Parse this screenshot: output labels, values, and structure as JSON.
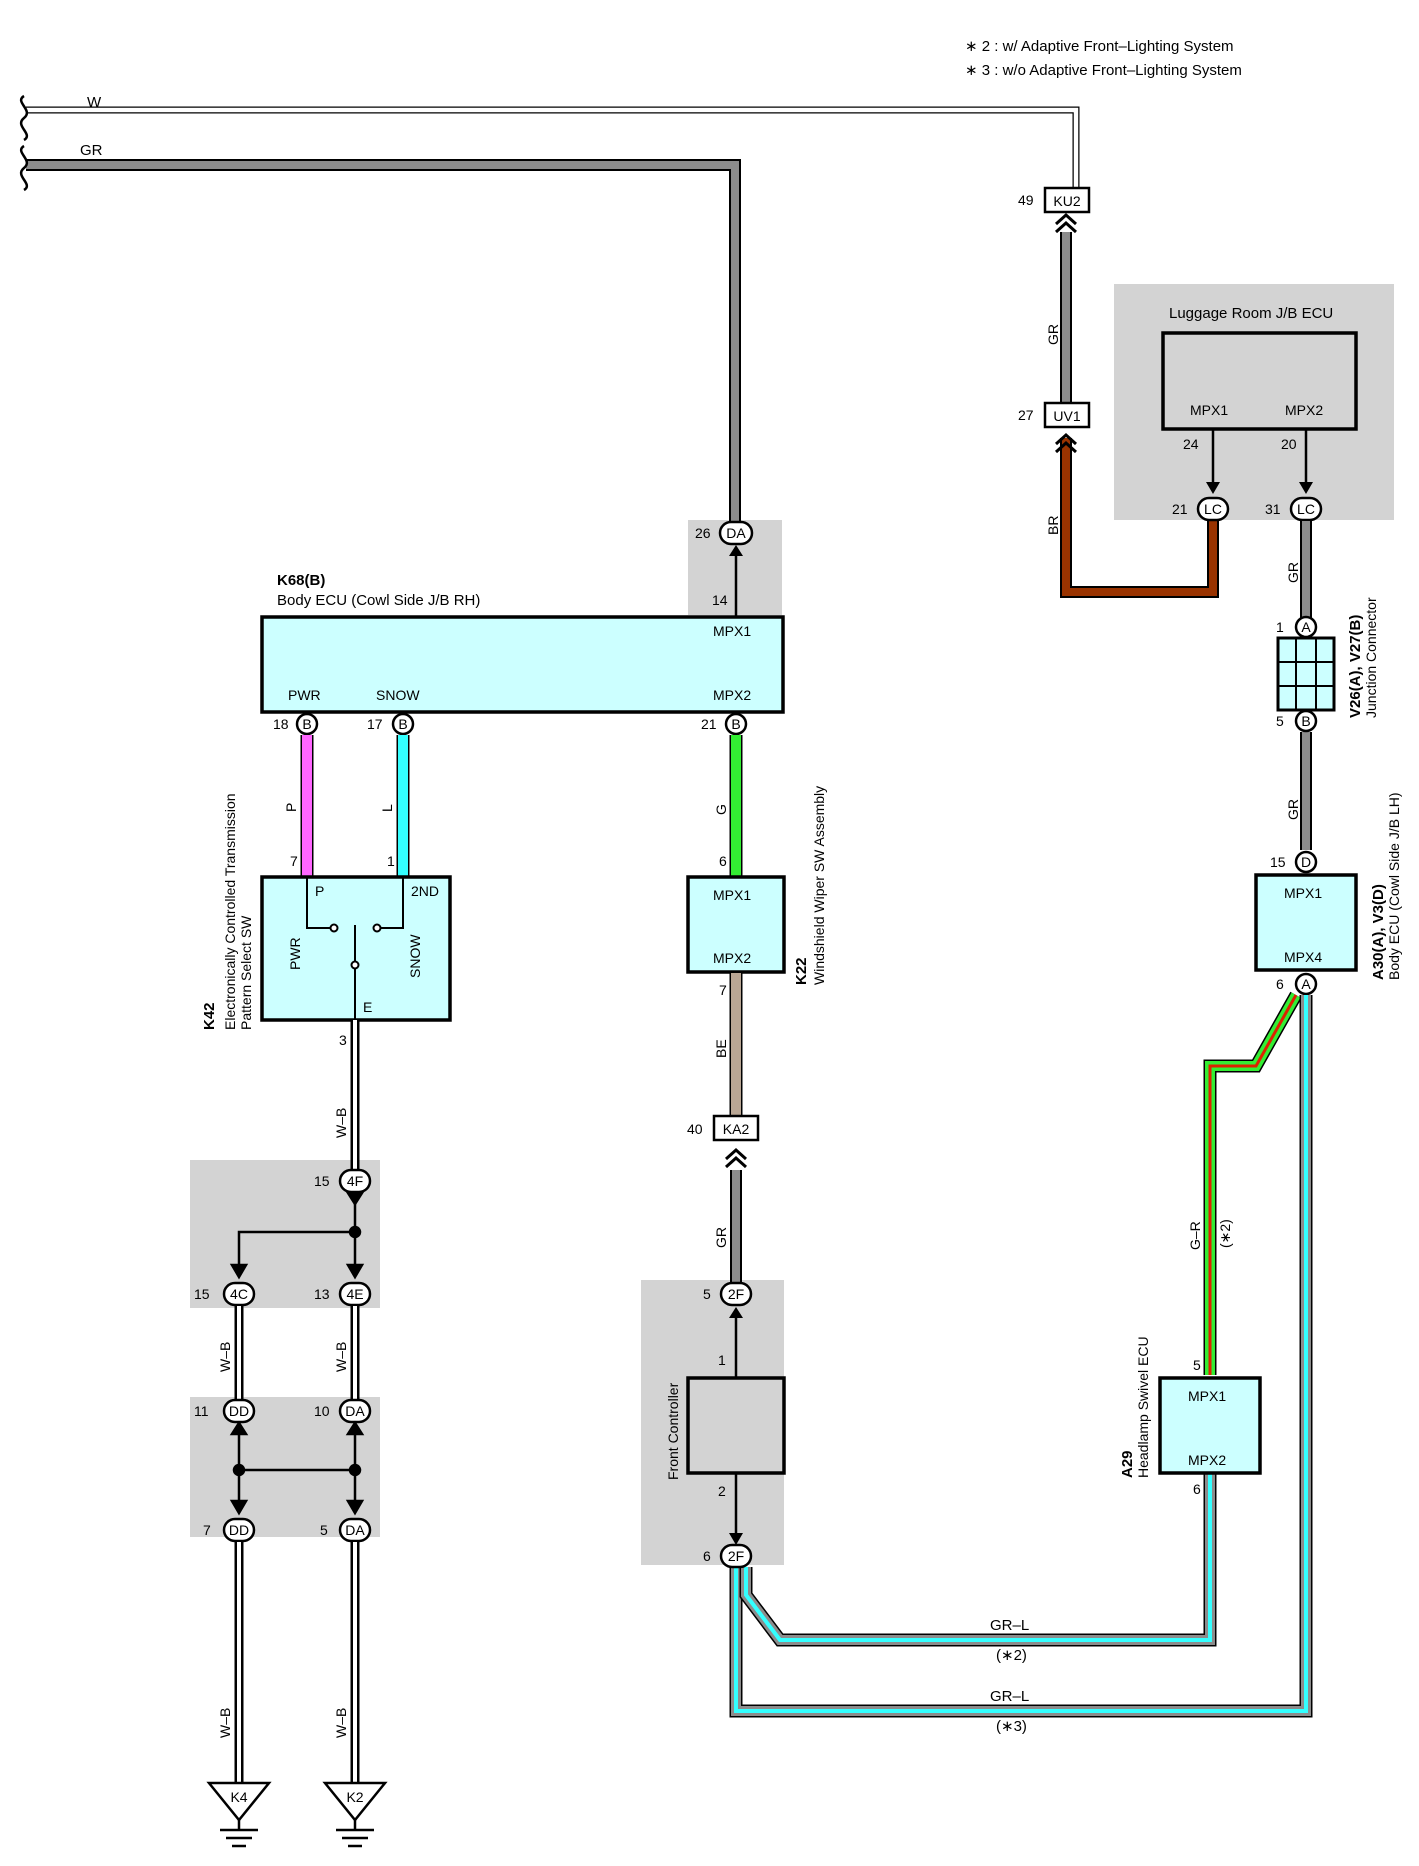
{
  "notes": [
    "∗ 2 : w/ Adaptive Front–Lighting System",
    "∗ 3 : w/o Adaptive Front–Lighting System"
  ],
  "wires": {
    "w": "W",
    "gr": "GR",
    "br": "BR",
    "p": "P",
    "l": "L",
    "g": "G",
    "be": "BE",
    "wb": "W–B",
    "gr_l": "GR–L",
    "g_r": "G–R",
    "note2": "(∗2)",
    "note3": "(∗3)"
  },
  "components": {
    "body_ecu_rh": {
      "code": "K68(B)",
      "name": "Body ECU (Cowl Side J/B RH)",
      "pins": [
        "PWR",
        "SNOW",
        "MPX1",
        "MPX2"
      ]
    },
    "pattern_sw": {
      "code": "K42",
      "name_line1": "Electronically Controlled Transmission",
      "name_line2": "Pattern Select SW",
      "pins": [
        "P",
        "2ND",
        "PWR",
        "SNOW",
        "E"
      ]
    },
    "wiper_sw": {
      "code": "K22",
      "name": "Windshield Wiper SW Assembly",
      "pins": [
        "MPX1",
        "MPX2"
      ]
    },
    "front_controller": {
      "name": "Front Controller"
    },
    "luggage_ecu": {
      "name": "Luggage Room J/B ECU",
      "pins": [
        "MPX1",
        "MPX2"
      ]
    },
    "junction_connector": {
      "code": "V26(A), V27(B)",
      "name": "Junction Connector"
    },
    "body_ecu_lh": {
      "code": "A30(A), V3(D)",
      "name": "Body ECU (Cowl Side J/B LH)",
      "pins": [
        "MPX1",
        "MPX4"
      ]
    },
    "headlamp_ecu": {
      "code": "A29",
      "name": "Headlamp Swivel ECU",
      "pins": [
        "MPX1",
        "MPX2"
      ]
    }
  },
  "connectors": {
    "ku2": "KU2",
    "uv1": "UV1",
    "lc": "LC",
    "da": "DA",
    "ka2": "KA2",
    "f2": "2F",
    "f4": "4F",
    "c4": "4C",
    "e4": "4E",
    "dd": "DD",
    "a": "A",
    "b": "B",
    "d": "D"
  },
  "pin_numbers": {
    "n49": "49",
    "n27": "27",
    "n24": "24",
    "n20": "20",
    "n21": "21",
    "n31": "31",
    "n26": "26",
    "n14": "14",
    "n18": "18",
    "n17": "17",
    "n7": "7",
    "n1": "1",
    "n3": "3",
    "n6": "6",
    "n15": "15",
    "n13": "13",
    "n11": "11",
    "n10": "10",
    "n5": "5",
    "n40": "40",
    "n2": "2"
  },
  "grounds": [
    "K4",
    "K2"
  ],
  "colors": {
    "gray": "#8c8c8c",
    "brown": "#993300",
    "pink": "#ff66ff",
    "cyan": "#33ffff",
    "green": "#33ee33",
    "tan": "#b9a694",
    "red": "#dd2200",
    "box": "#ccffff",
    "shade": "#d3d3d3"
  }
}
